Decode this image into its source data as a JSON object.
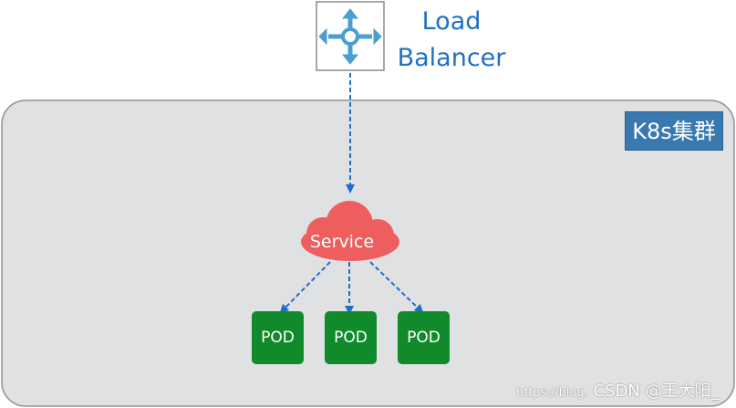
{
  "load_balancer": {
    "label_line1": "Load",
    "label_line2": "Balancer",
    "icon": "load-balancer-icon"
  },
  "cluster": {
    "label": "K8s集群"
  },
  "service": {
    "label": "Service"
  },
  "pods": [
    {
      "label": "POD"
    },
    {
      "label": "POD"
    },
    {
      "label": "POD"
    }
  ],
  "watermark": {
    "url": "https://blog.",
    "text": "CSDN @王大阳_"
  },
  "colors": {
    "link": "#1f6fc6",
    "cluster_bg": "#e0e1e3",
    "cluster_tag": "#3a78b0",
    "service": "#ee5e5e",
    "pod": "#108a2a",
    "icon": "#4a9fd0"
  }
}
